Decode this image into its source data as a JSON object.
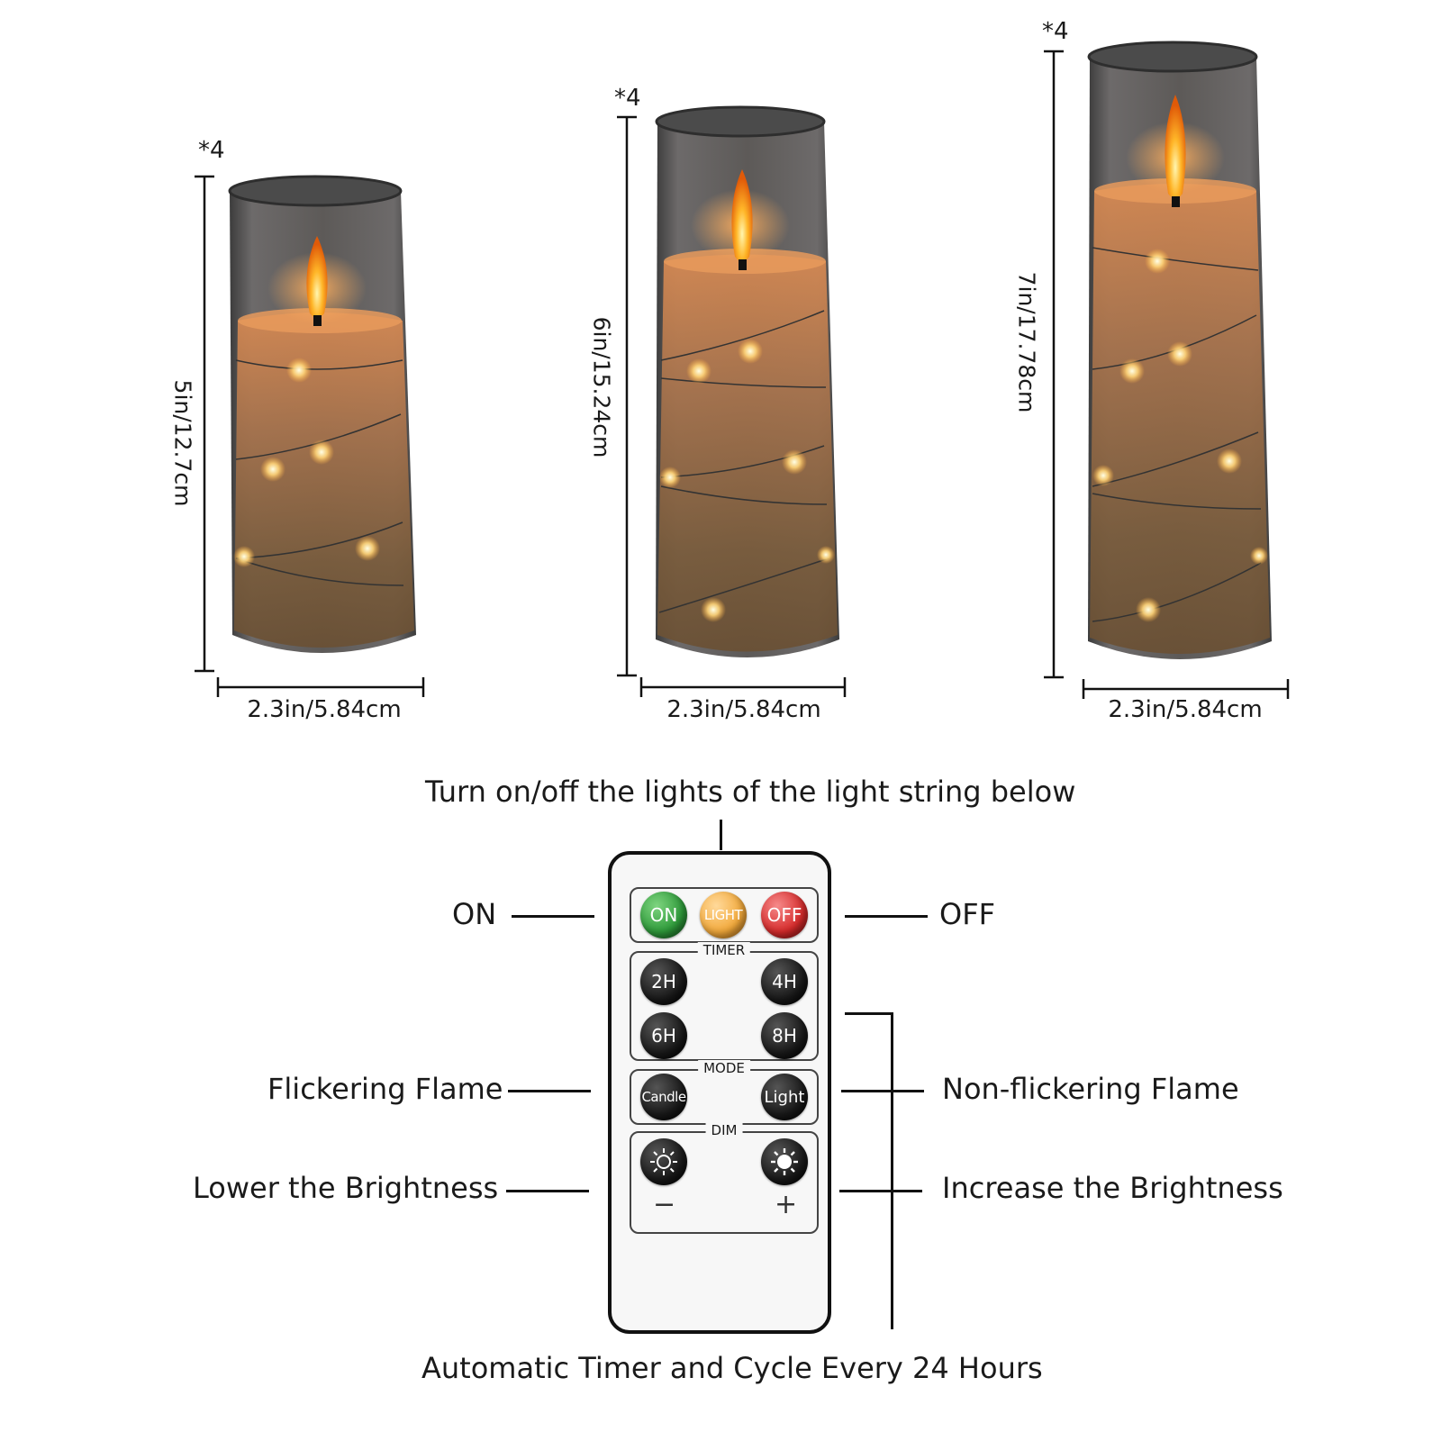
{
  "candles": [
    {
      "quantity": "*4",
      "height_label": "5in/12.7cm",
      "width_label": "2.3in/5.84cm"
    },
    {
      "quantity": "*4",
      "height_label": "6in/15.24cm",
      "width_label": "2.3in/5.84cm"
    },
    {
      "quantity": "*4",
      "height_label": "7in/17.78cm",
      "width_label": "2.3in/5.84cm"
    }
  ],
  "remote": {
    "top_callout": "Turn on/off the lights of the light string below",
    "bottom_callout": "Automatic Timer and Cycle Every 24 Hours",
    "callouts": {
      "on": "ON",
      "off": "OFF",
      "flickering": "Flickering Flame",
      "non_flickering": "Non-flickering Flame",
      "lower": "Lower the Brightness",
      "increase": "Increase the Brightness"
    },
    "buttons": {
      "on": "ON",
      "light": "LIGHT",
      "off": "OFF",
      "timer_2h": "2H",
      "timer_4h": "4H",
      "timer_6h": "6H",
      "timer_8h": "8H",
      "mode_candle": "Candle",
      "mode_light": "Light",
      "dim_minus": "−",
      "dim_plus": "+"
    },
    "groups": {
      "timer": "TIMER",
      "mode": "MODE",
      "dim": "DIM"
    },
    "colors": {
      "on": "#2e9a3a",
      "light": "#f2a93b",
      "off": "#d62b2b"
    }
  }
}
